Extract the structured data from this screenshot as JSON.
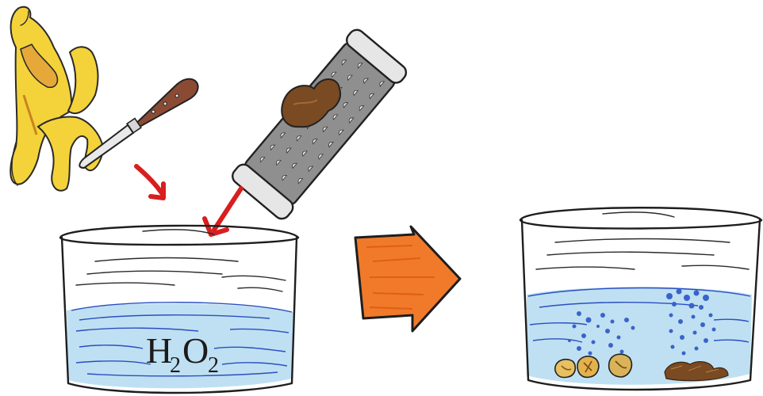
{
  "scene": {
    "left_beaker": {
      "formula": {
        "element1": "H",
        "sub1": "2",
        "element2": "O",
        "sub2": "2"
      }
    }
  },
  "colors": {
    "water": "#bfe0f3",
    "water_lines": "#2a4fbf",
    "arrow_red": "#d91e1e",
    "big_arrow": "#f07a2a",
    "banana_yellow": "#f4d33a",
    "banana_brown": "#c9841f",
    "knife_handle": "#8a4a34",
    "grater_gray": "#8a8a8a",
    "ginger_brown": "#7a4a22",
    "bubbles": "#3a63c9"
  },
  "icons": [
    "banana-peel-icon",
    "knife-icon",
    "grater-icon",
    "ginger-root-icon",
    "beaker-icon",
    "big-arrow-icon"
  ]
}
